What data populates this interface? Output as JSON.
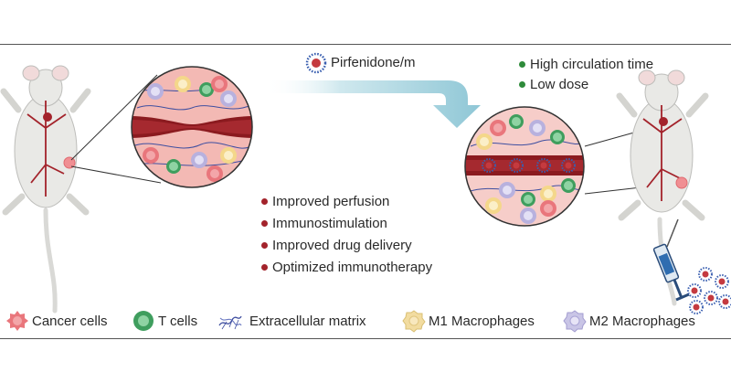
{
  "drug_label": "Pirfenidone/m",
  "properties": {
    "color": "#2e8b3a",
    "items": [
      "High circulation time",
      "Low dose"
    ]
  },
  "outcomes": {
    "color": "#a3232b",
    "items": [
      "Improved perfusion",
      "Immunostimulation",
      "Improved drug delivery",
      "Optimized immunotherapy"
    ]
  },
  "legend": [
    {
      "label": "Cancer cells",
      "icon": "cancer-cell-icon",
      "color": "#e9767c"
    },
    {
      "label": "T cells",
      "icon": "t-cell-icon",
      "color": "#5bb77a"
    },
    {
      "label": "Extracellular matrix",
      "icon": "extracellular-matrix-icon",
      "color": "#3f4fa0"
    },
    {
      "label": "M1 Macrophages",
      "icon": "m1-macrophage-icon",
      "color": "#f2dca0"
    },
    {
      "label": "M2 Macrophages",
      "icon": "m2-macrophage-icon",
      "color": "#c9c5e6"
    }
  ],
  "colors": {
    "arrow": "#9fd0dc",
    "vessel": "#8b1a1f",
    "tumor_bg": "#f3b9b4",
    "mouse": "#e9e9e6"
  }
}
